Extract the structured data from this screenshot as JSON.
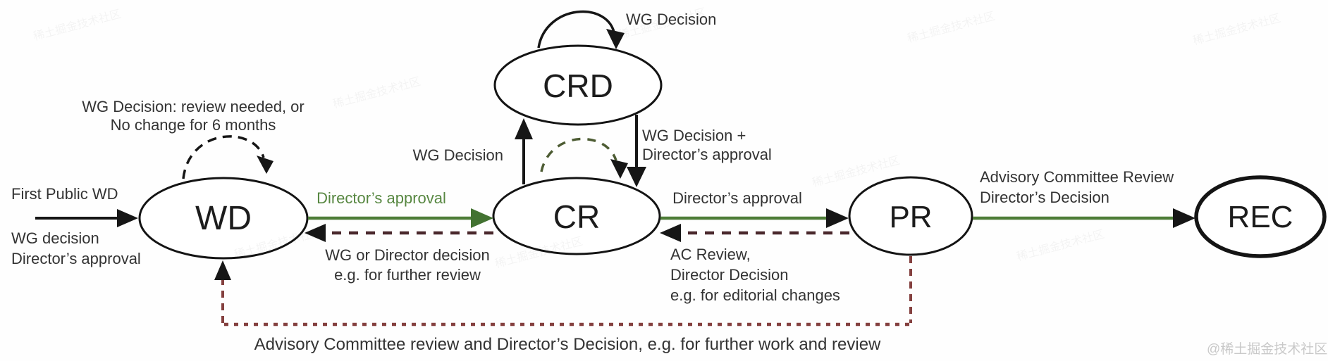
{
  "colors": {
    "background": "#fefefe",
    "node_stroke": "#141414",
    "black_edge": "#161616",
    "green_edge": "#4e7d38",
    "green_label_text": "#578741",
    "maroon_dashed_edge": "#4a282c",
    "red_dotted_edge": "#84403f",
    "olive_dashed_loop": "#4d5c33",
    "label_text": "#333333",
    "watermark_text": "#c9c9c9"
  },
  "nodes": {
    "wd": "WD",
    "crd": "CRD",
    "cr": "CR",
    "pr": "PR",
    "rec": "REC"
  },
  "edges": {
    "wd_in": {
      "top": "First Public WD",
      "bottom1": "WG decision",
      "bottom2": "Director’s approval"
    },
    "wd_self": {
      "line1": "WG Decision: review needed, or",
      "line2": "No change for 6 months"
    },
    "wd_cr": {
      "label": "Director’s approval"
    },
    "cr_wd": {
      "line1": "WG or Director decision",
      "line2": "e.g. for further review"
    },
    "cr_crd": {
      "label": "WG Decision"
    },
    "crd_self": {
      "label": "WG Decision"
    },
    "crd_cr": {
      "line1": "WG Decision +",
      "line2": "Director’s approval"
    },
    "cr_pr": {
      "label": "Director’s approval"
    },
    "pr_cr": {
      "line1": "AC Review,",
      "line2": "Director Decision",
      "line3": "e.g. for editorial changes"
    },
    "pr_rec": {
      "line1": "Advisory Committee Review",
      "line2": "Director’s Decision"
    },
    "pr_wd": {
      "label": "Advisory Committee review and Director’s Decision, e.g. for further work and review"
    }
  },
  "watermarks": {
    "corner": "@稀土掘金技术社区",
    "tile": "稀土掘金技术社区"
  }
}
